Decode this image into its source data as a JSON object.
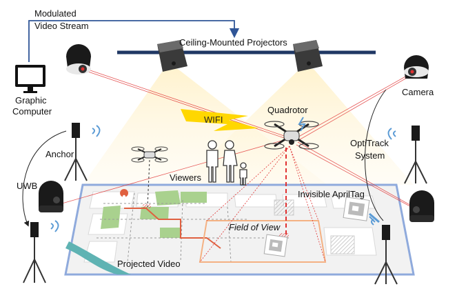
{
  "labels": {
    "modulated_line1": "Modulated",
    "modulated_line2": "Video Stream",
    "projectors": "Ceiling-Mounted Projectors",
    "graphic_line1": "Graphic",
    "graphic_line2": "Computer",
    "camera": "Camera",
    "quadrotor": "Quadrotor",
    "wifi": "WIFI",
    "anchor": "Anchor",
    "optitrack_line1": "OptiTrack",
    "optitrack_line2": "System",
    "viewers": "Viewers",
    "uwb": "UWB",
    "apriltag": "Invisible AprilTag",
    "fov": "Field of View",
    "projected": "Projected Video"
  },
  "colors": {
    "stream_line": "#2f5597",
    "projector_bar": "#203864",
    "light_cone": "#fff2cc",
    "floor_border": "#8faadc",
    "map_fill": "#f2f2f2",
    "park_green": "#a9d18e",
    "water": "#5fb3b3",
    "route_red": "#e06040",
    "fov_orange": "#f4b183",
    "laser_red": "#e03030",
    "wifi_yellow": "#ffd700",
    "signal_blue": "#5b9bd5"
  },
  "icons": [
    "monitor-icon",
    "projector-icon",
    "camera-icon",
    "drone-icon",
    "tripod-anchor-icon",
    "people-icon",
    "apriltag-icon",
    "wifi-bolt-icon",
    "location-pin-icon"
  ]
}
